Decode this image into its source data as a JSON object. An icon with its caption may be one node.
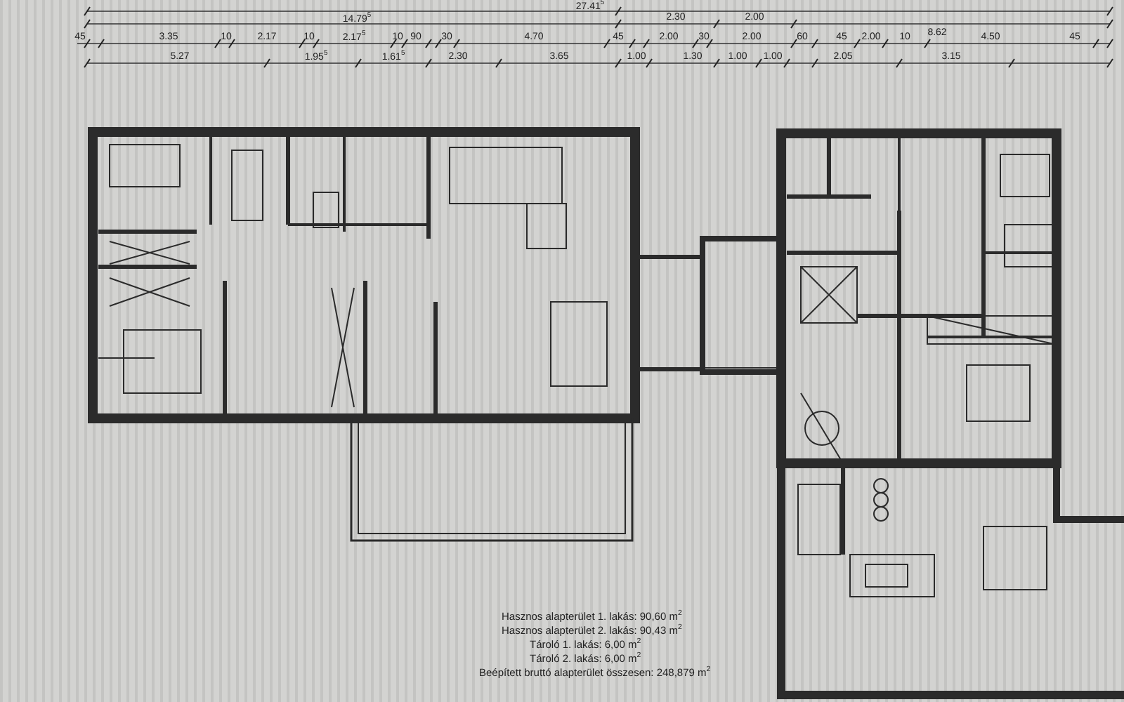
{
  "diagram": {
    "labels": [
      "27.41$^{5}$",
      "14.79$^{5}$",
      "2.30",
      "2.00",
      "8.62",
      "45",
      "3.35",
      "10",
      "2.17",
      "10",
      "2.17$^{5}$",
      "10",
      "90",
      "30",
      "4.70",
      "45",
      "2.00",
      "30",
      "2.00",
      "60",
      "45",
      "2.00",
      "10",
      "4.50",
      "45",
      "5.27",
      "1.95$^{5}$",
      "1.61$^{5}$",
      "2.30",
      "3.65",
      "1.00",
      "1.30",
      "1.00",
      "1.00",
      "2.05",
      "3.15",
      "Hasznos alapterület 1. lakás: 90,60 m$^{2}$",
      "Hasznos alapterület 2. lakás: 90,43 m$^{2}$",
      "Tároló 1. lakás: 6,00 m$^{2}$",
      "Tároló 2. lakás: 6,00 m$^{2}$",
      "Beépített bruttó alapterület összesen: 248,879 m$^{2}$"
    ]
  }
}
